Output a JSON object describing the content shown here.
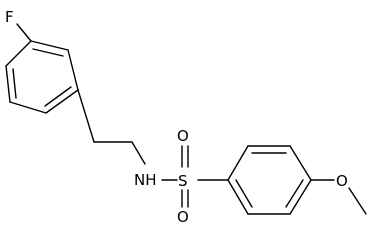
{
  "molecule": {
    "atoms": [
      {
        "id": "F",
        "label": "F"
      },
      {
        "id": "NH",
        "label": "NH"
      },
      {
        "id": "S",
        "label": "S"
      },
      {
        "id": "O_top",
        "label": "O"
      },
      {
        "id": "O_bottom",
        "label": "O"
      },
      {
        "id": "O_methoxy",
        "label": "O"
      }
    ]
  },
  "colors": {
    "bond": "#000000",
    "label": "#000000",
    "background": "#ffffff"
  }
}
